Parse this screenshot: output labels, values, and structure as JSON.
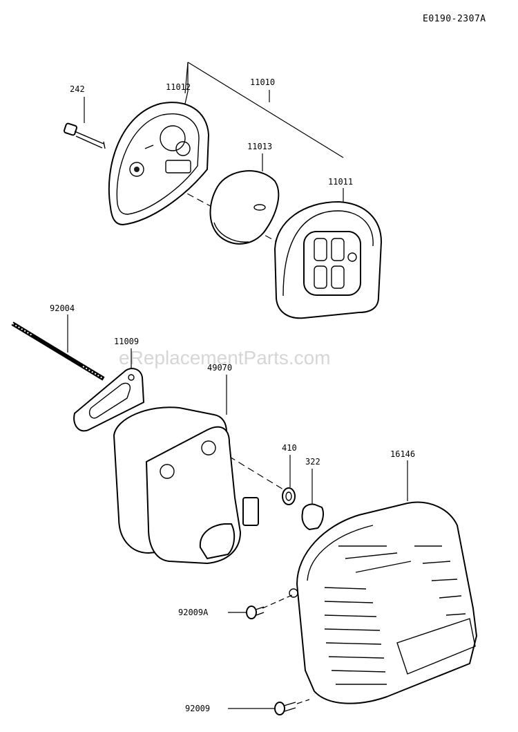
{
  "diagram_code": "E0190-2307A",
  "watermark": "eReplacementParts.com",
  "parts": [
    {
      "label": "242"
    },
    {
      "label": "11012"
    },
    {
      "label": "11010"
    },
    {
      "label": "11013"
    },
    {
      "label": "11011"
    },
    {
      "label": "92004"
    },
    {
      "label": "11009"
    },
    {
      "label": "49070"
    },
    {
      "label": "410"
    },
    {
      "label": "322"
    },
    {
      "label": "16146"
    },
    {
      "label": "92009A"
    },
    {
      "label": "92009"
    }
  ]
}
